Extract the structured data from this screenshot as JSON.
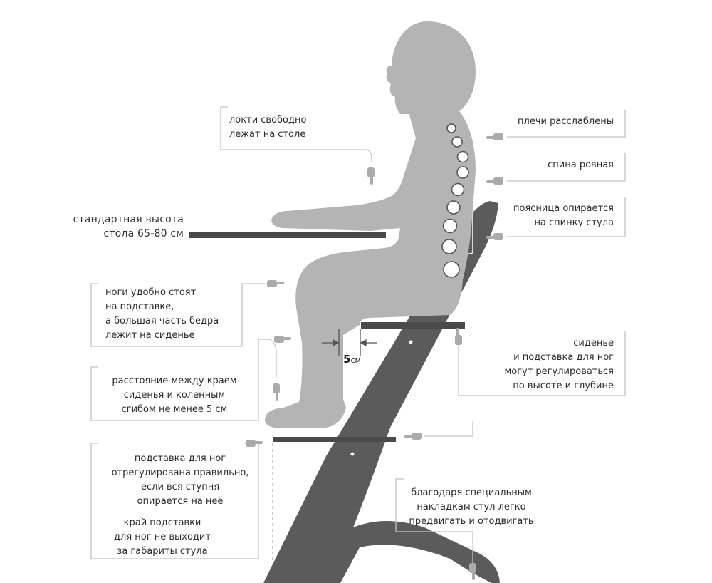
{
  "labels": {
    "elbows": [
      "локти свободно",
      "лежат на столе"
    ],
    "table_height": [
      "стандартная высота",
      "стола 65-80 см"
    ],
    "shoulders": [
      "плечи расслаблены"
    ],
    "back": [
      "спина ровная"
    ],
    "lumbar": [
      "поясница опирается",
      "на спинку стула"
    ],
    "feet_stand": [
      "ноги удобно стоят",
      "на подставке,",
      "а большая часть бедра",
      "лежит на сиденье"
    ],
    "knee_gap": [
      "расстояние между краем",
      "сиденья и коленным",
      "сгибом не менее 5 см"
    ],
    "gap_value": "5",
    "gap_unit": "см",
    "seat_adjust": [
      "сиденье",
      "и подставка для ног",
      "могут регулироваться",
      "по высоте и глубине"
    ],
    "footrest_ok": [
      "подставка для ног",
      "отрегулирована правильно,",
      "если вся ступня",
      "опирается на неё"
    ],
    "footrest_edge": [
      "край подставки",
      "для ног не выходит",
      "за габариты стула"
    ],
    "slides": [
      "благодаря специальным",
      "накладкам стул легко",
      "предвигать и отодвигать"
    ]
  },
  "colors": {
    "figure": "#b4b4b4",
    "chair": "#5b5b5b",
    "bar": "#4a4a4a",
    "callout": "#c4c4c4",
    "vertebra_fill": "#ffffff",
    "vertebra_stroke": "#555555"
  }
}
